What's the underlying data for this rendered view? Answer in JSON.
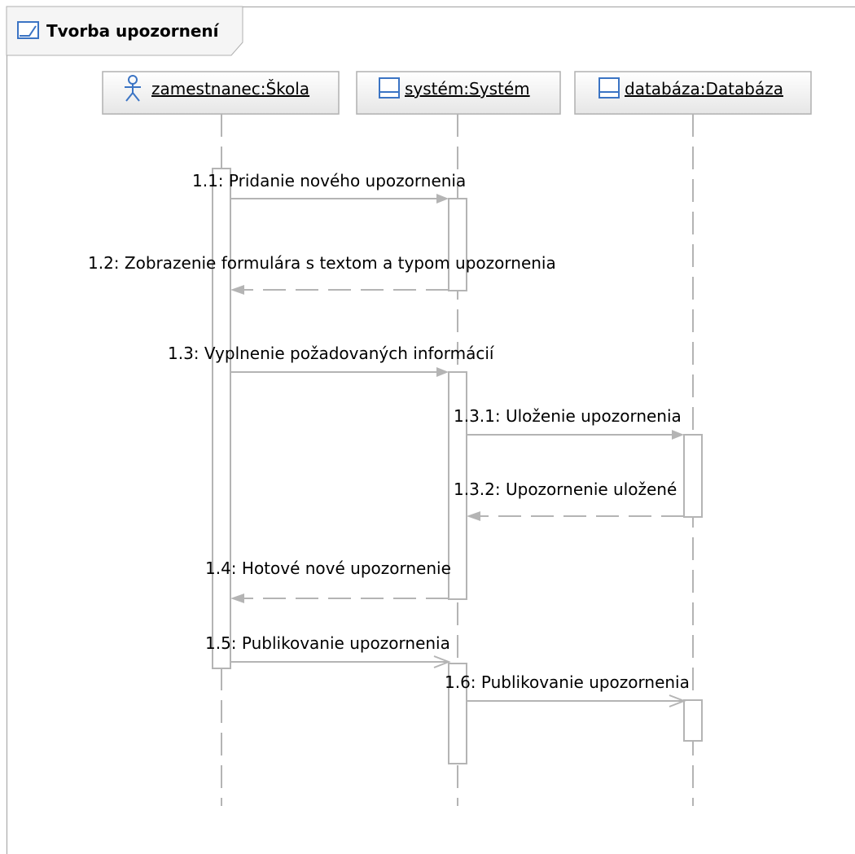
{
  "diagram": {
    "title": "Tvorba upozornení",
    "lifelines": [
      {
        "label": "zamestnanec:Škola",
        "icon": "actor-icon"
      },
      {
        "label": "systém:Systém",
        "icon": "class-icon"
      },
      {
        "label": "databáza:Databáza",
        "icon": "class-icon"
      }
    ],
    "messages": [
      {
        "label": "1.1: Pridanie nového upozornenia",
        "type": "sync"
      },
      {
        "label": "1.2: Zobrazenie formulára s textom a typom upozornenia",
        "type": "reply"
      },
      {
        "label": "1.3: Vyplnenie požadovaných informácií",
        "type": "sync"
      },
      {
        "label": "1.3.1: Uloženie upozornenia",
        "type": "sync"
      },
      {
        "label": "1.3.2: Upozornenie uložené",
        "type": "reply"
      },
      {
        "label": "1.4: Hotové nové upozornenie",
        "type": "reply"
      },
      {
        "label": "1.5: Publikovanie upozornenia",
        "type": "async"
      },
      {
        "label": "1.6: Publikovanie upozornenia",
        "type": "async"
      }
    ],
    "colors": {
      "line": "#b4b4b4",
      "head_fill": "#f2f2f2",
      "head_border": "#b0b0b0",
      "icon": "#3b74c4"
    }
  }
}
